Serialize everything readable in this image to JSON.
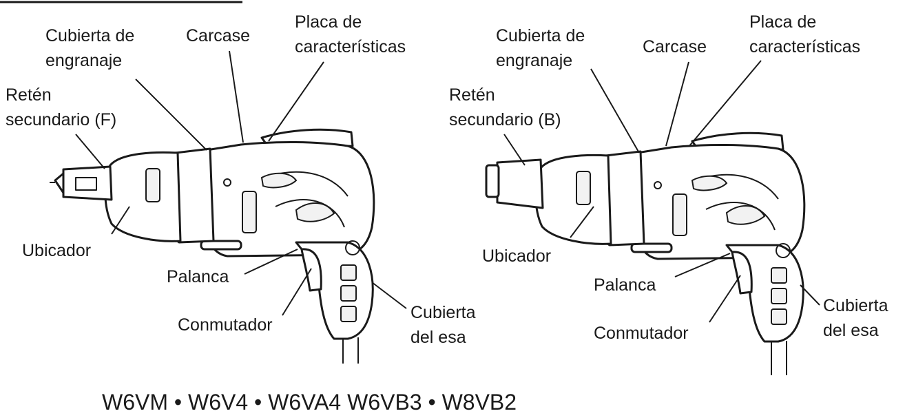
{
  "left_labels": {
    "gear_cover_1": "Cubierta de",
    "gear_cover_2": "engranaje",
    "housing": "Carcase",
    "nameplate_1": "Placa de",
    "nameplate_2": "características",
    "stopper_1": "Retén",
    "stopper_2": "secundario (F)",
    "locator": "Ubicador",
    "lever": "Palanca",
    "switch": "Conmutador",
    "cord_cover_1": "Cubierta",
    "cord_cover_2": "del esa"
  },
  "right_labels": {
    "gear_cover_1": "Cubierta de",
    "gear_cover_2": "engranaje",
    "housing": "Carcase",
    "nameplate_1": "Placa de",
    "nameplate_2": "características",
    "stopper_1": "Retén",
    "stopper_2": "secundario (B)",
    "locator": "Ubicador",
    "lever": "Palanca",
    "switch": "Conmutador",
    "cord_cover_1": "Cubierta",
    "cord_cover_2": "del esa"
  },
  "models": "W6VM • W6V4 • W6VA4 W6VB3 • W8VB2"
}
